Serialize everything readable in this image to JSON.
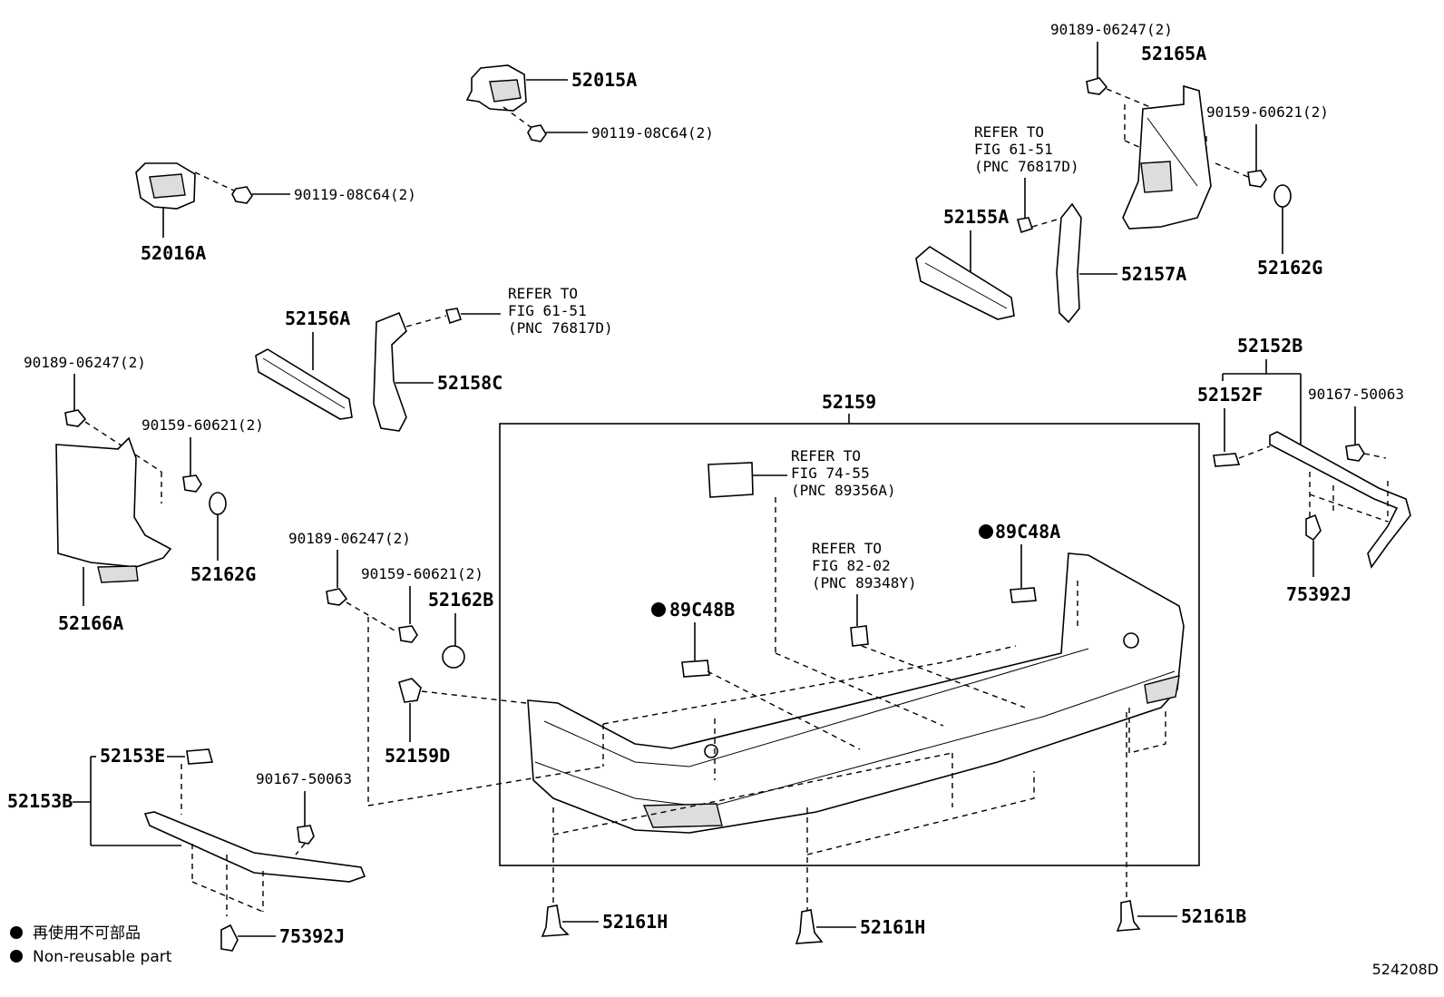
{
  "labels": {
    "p52015A": "52015A",
    "p90119_a": "90119-08C64(2)",
    "p90119_b": "90119-08C64(2)",
    "p52016A": "52016A",
    "p90189_tr": "90189-06247(2)",
    "p52165A": "52165A",
    "p90159_tr": "90159-60621(2)",
    "p52162G_r": "52162G",
    "p52155A": "52155A",
    "p52157A": "52157A",
    "p52156A": "52156A",
    "p52158C": "52158C",
    "p90189_l": "90189-06247(2)",
    "p90159_l": "90159-60621(2)",
    "p52162G_l": "52162G",
    "p52166A": "52166A",
    "p52159": "52159",
    "p52152B": "52152B",
    "p52152F": "52152F",
    "p90167_r": "90167-50063",
    "p75392J_r": "75392J",
    "p89C48A": "89C48A",
    "p89C48B": "89C48B",
    "p90189_m": "90189-06247(2)",
    "p90159_m": "90159-60621(2)",
    "p52162B": "52162B",
    "p52159D": "52159D",
    "p52153E": "52153E",
    "p52153B": "52153B",
    "p90167_l": "90167-50063",
    "p75392J_l": "75392J",
    "p52161H_a": "52161H",
    "p52161H_b": "52161H",
    "p52161B": "52161B"
  },
  "references": {
    "ref_61_51_top": {
      "l1": "REFER TO",
      "l2": "FIG 61-51",
      "l3": "(PNC 76817D)"
    },
    "ref_61_51_mid": {
      "l1": "REFER TO",
      "l2": "FIG 61-51",
      "l3": "(PNC 76817D)"
    },
    "ref_74_55": {
      "l1": "REFER TO",
      "l2": "FIG 74-55",
      "l3": "(PNC 89356A)"
    },
    "ref_82_02": {
      "l1": "REFER TO",
      "l2": "FIG 82-02",
      "l3": "(PNC 89348Y)"
    }
  },
  "legend": {
    "line1": "再使用不可部品",
    "line2": "Non-reusable part"
  },
  "figure_id": "524208D"
}
